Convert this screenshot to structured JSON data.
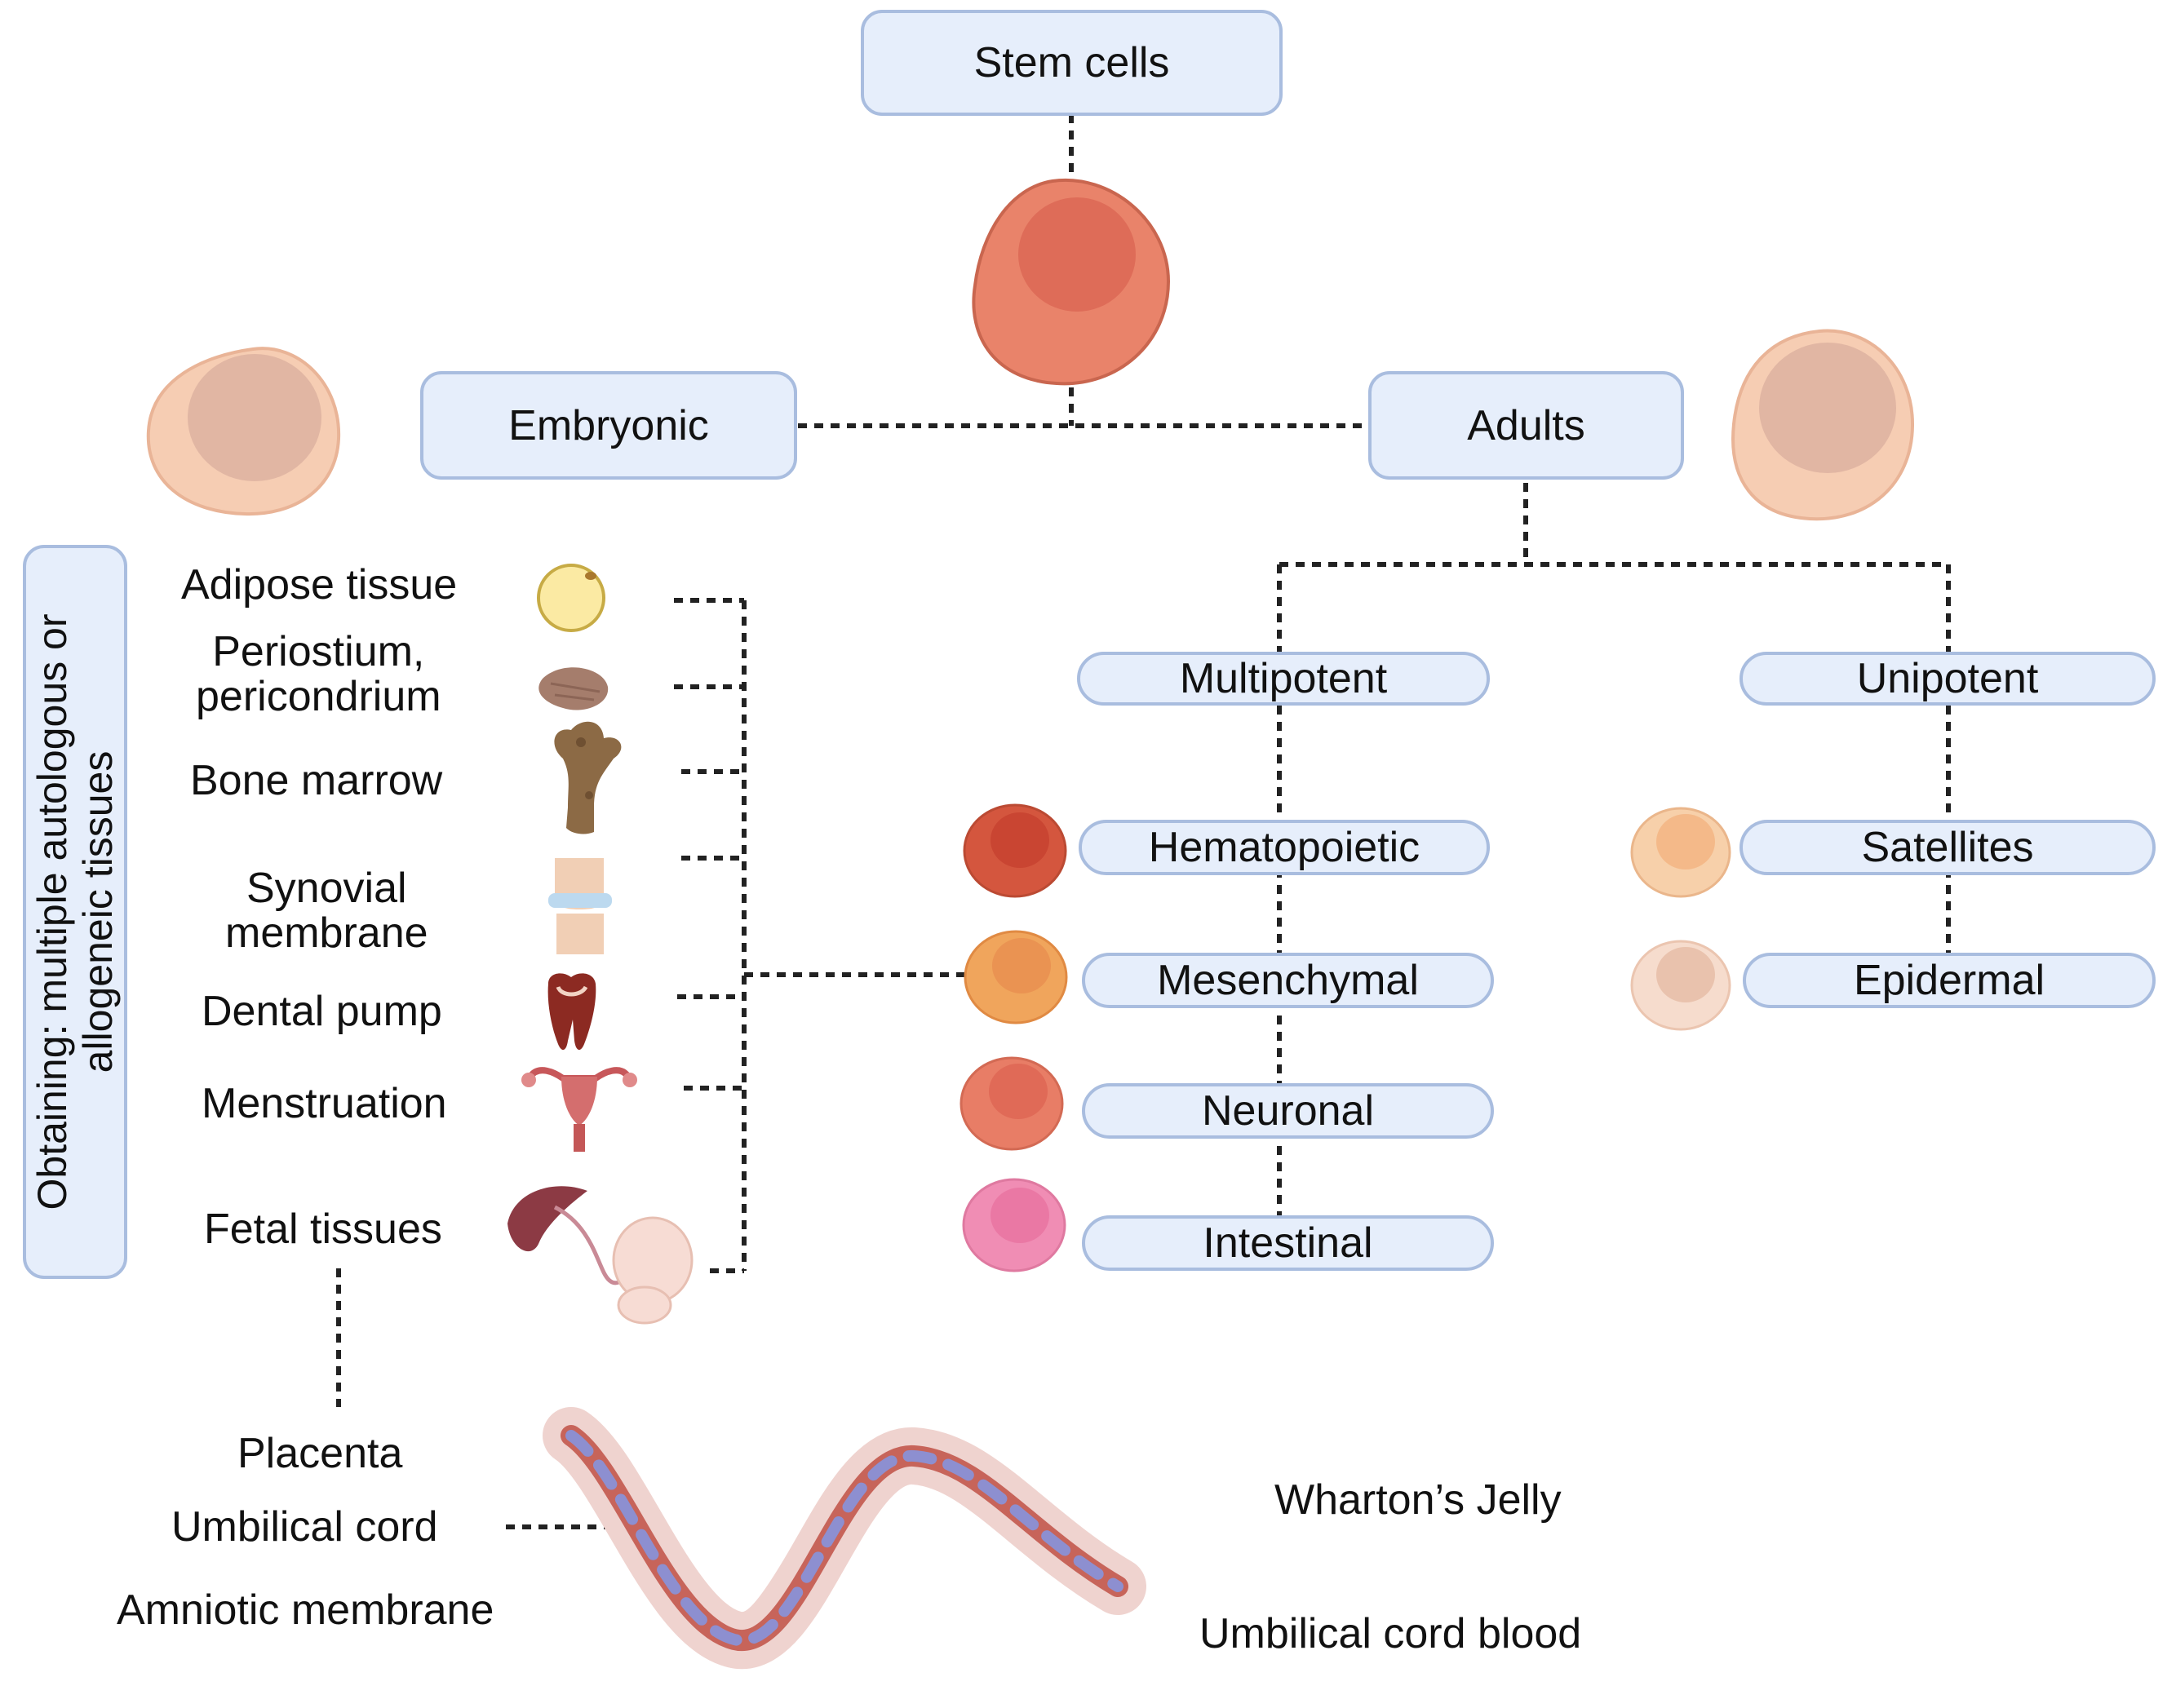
{
  "root": {
    "label": "Stem cells"
  },
  "branches": {
    "embryonic": "Embryonic",
    "adults": "Adults"
  },
  "potency": {
    "multipotent": "Multipotent",
    "unipotent": "Unipotent"
  },
  "multipotent_types": [
    "Hematopoietic",
    "Mesenchymal",
    "Neuronal",
    "Intestinal"
  ],
  "unipotent_types": [
    "Satellites",
    "Epidermal"
  ],
  "obtaining": {
    "line1": "Obtaining: multiple autologous or",
    "line2": "allogeneic tissues"
  },
  "tissues": {
    "adipose": "Adipose tissue",
    "periostium_1": "Periostium,",
    "periostium_2": "pericondrium",
    "bone_marrow": "Bone marrow",
    "synovial_1": "Synovial",
    "synovial_2": "membrane",
    "dental": "Dental pump",
    "menstruation": "Menstruation",
    "fetal": "Fetal tissues"
  },
  "fetal_sources": [
    "Placenta",
    "Umbilical cord",
    "Amniotic membrane"
  ],
  "cord_components": [
    "Wharton’s Jelly",
    "Umbilical cord blood"
  ],
  "icons": {
    "stem_cell": "stem-cell-icon",
    "embryonic_cell": "embryonic-cell-icon",
    "adult_cell": "adult-cell-icon",
    "adipose": "adipocyte-icon",
    "periostium": "periosteum-tissue-icon",
    "bone_marrow": "femur-bone-icon",
    "synovial": "knee-joint-icon",
    "dental": "tooth-icon",
    "menstruation": "uterus-icon",
    "fetal": "placenta-fetus-icon",
    "umbilical_cord": "umbilical-cord-icon"
  },
  "colors": {
    "box_fill": "#e6eefb",
    "box_border": "#a9bddf",
    "stem_cell": "#e9836a",
    "stem_nucleus": "#de6c58",
    "pale_cell": "#f6cdb3",
    "pale_nucleus": "#e1b6a3",
    "hematopoietic": "#d4563e",
    "mesenchymal": "#f0a55c",
    "neuronal": "#e87d66",
    "intestinal": "#f08db4",
    "satellites": "#f4b989",
    "epidermal": "#f1cdb8"
  }
}
